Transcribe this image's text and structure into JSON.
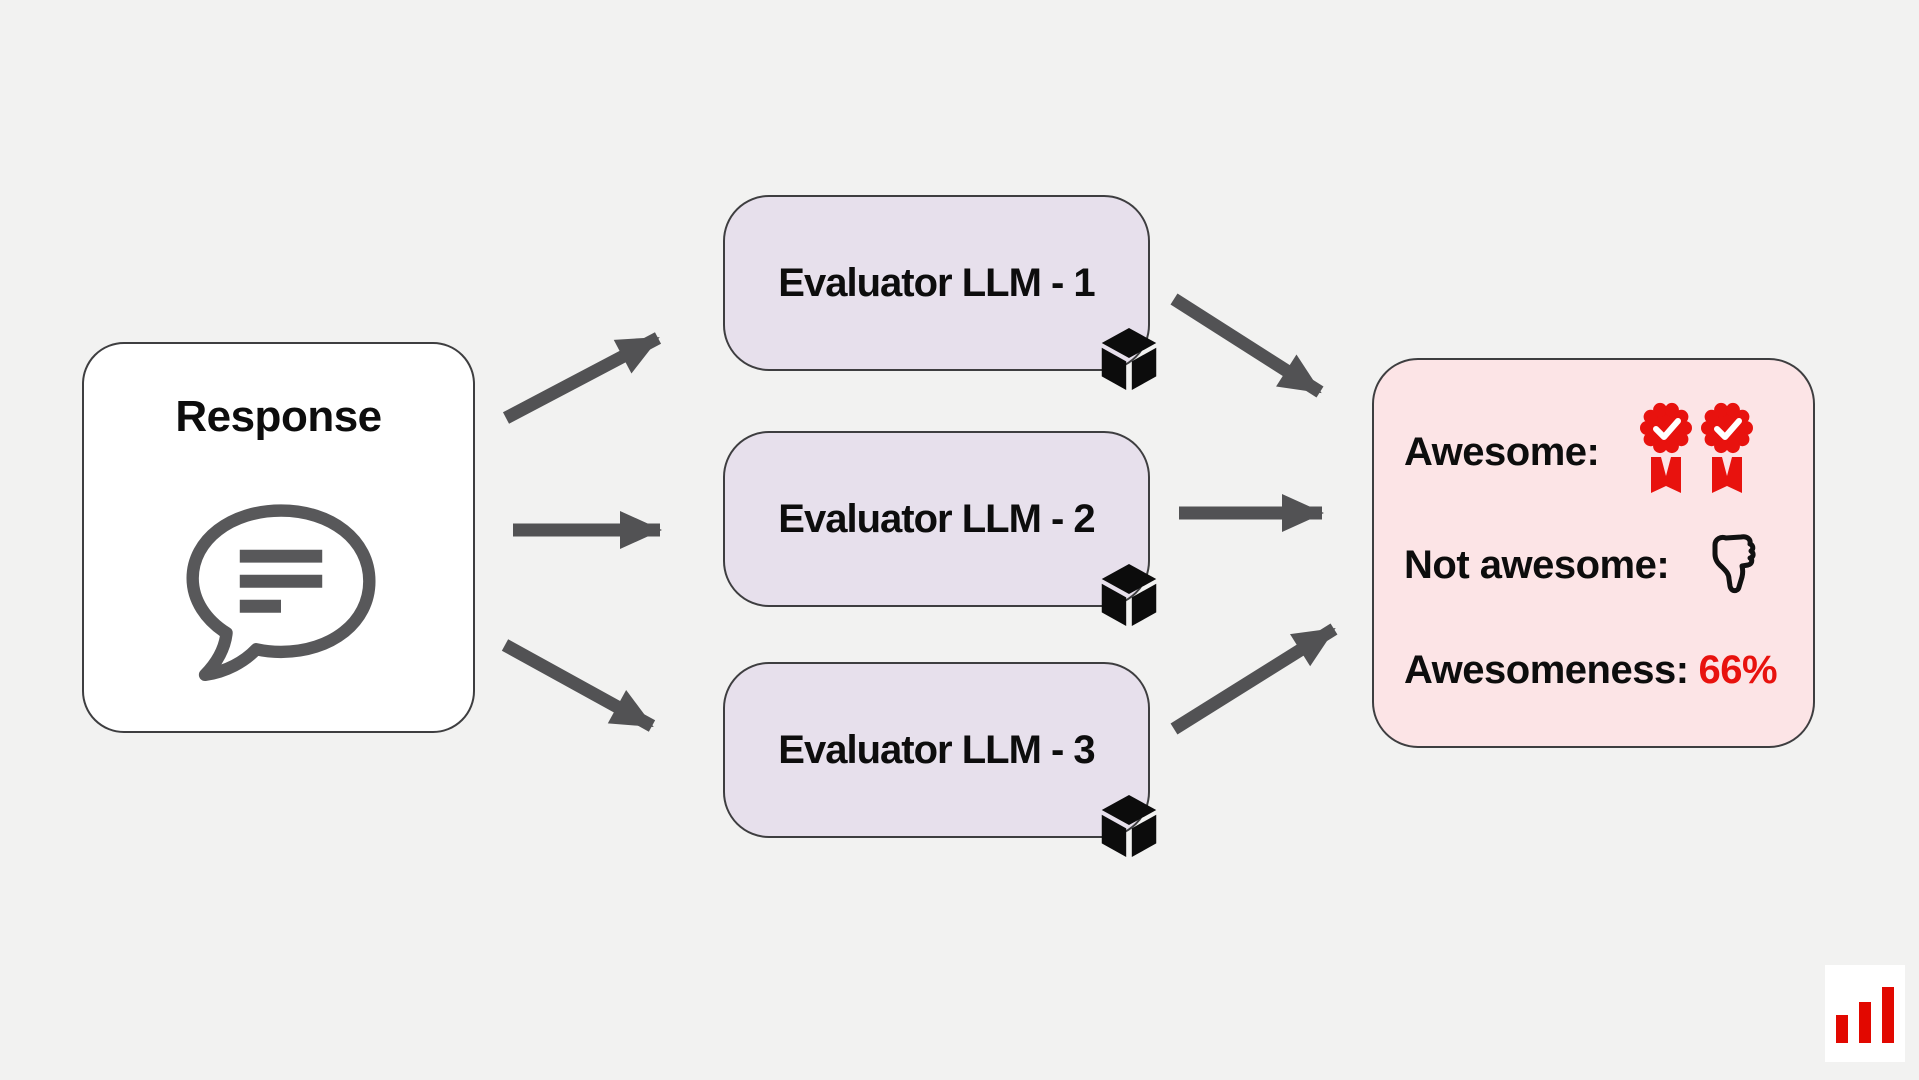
{
  "colors": {
    "background": "#f2f2f1",
    "card_white": "#ffffff",
    "card_lavender": "#e7e0ec",
    "card_pink": "#fce4e6",
    "border": "#3e3e40",
    "arrow_gray": "#525254",
    "bubble_gray": "#58585a",
    "text": "#0d0d0d",
    "accent_red": "#e8120e",
    "logo_red": "#e20800"
  },
  "response_card": {
    "title": "Response",
    "icon": "speech-bubble"
  },
  "evaluator_cards": [
    {
      "label": "Evaluator LLM - 1",
      "icon": "cube"
    },
    {
      "label": "Evaluator LLM - 2",
      "icon": "cube"
    },
    {
      "label": "Evaluator LLM - 3",
      "icon": "cube"
    }
  ],
  "result_card": {
    "awesome_label": "Awesome:",
    "awesome_icons": [
      "award-badge",
      "award-badge"
    ],
    "not_awesome_label": "Not awesome:",
    "not_awesome_icon": "thumbs-down",
    "score_label": "Awesomeness:",
    "score_value": "66%"
  },
  "logo": {
    "icon": "ascending-bar-chart"
  }
}
